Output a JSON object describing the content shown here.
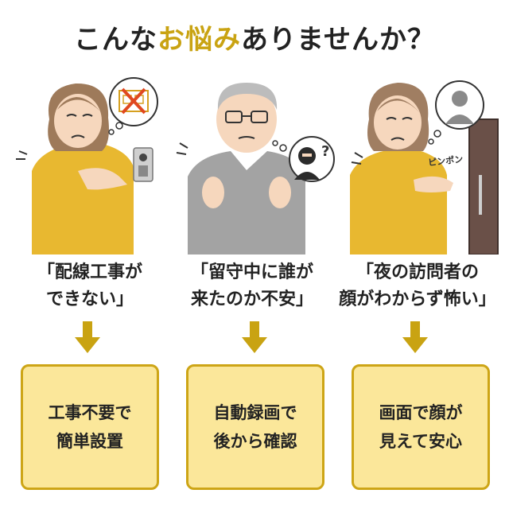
{
  "title": {
    "prefix": "こんな",
    "accent": "お悩み",
    "suffix": "ありませんか？"
  },
  "bubble_text": "ピンポン",
  "worries": [
    {
      "line1": "「配線工事が",
      "line2": "できない」"
    },
    {
      "line1": "「留守中に誰が",
      "line2": "来たのか不安」"
    },
    {
      "line1": "「夜の訪問者の",
      "line2": "顔がわからず怖い」"
    }
  ],
  "solutions": [
    {
      "line1": "工事不要で",
      "line2": "簡単設置"
    },
    {
      "line1": "自動録画で",
      "line2": "後から確認"
    },
    {
      "line1": "画面で顔が",
      "line2": "見えて安心"
    }
  ],
  "colors": {
    "accent": "#c9a312",
    "box_fill": "#fbe79a",
    "box_border": "#cda516",
    "arrow": "#c9a312"
  }
}
